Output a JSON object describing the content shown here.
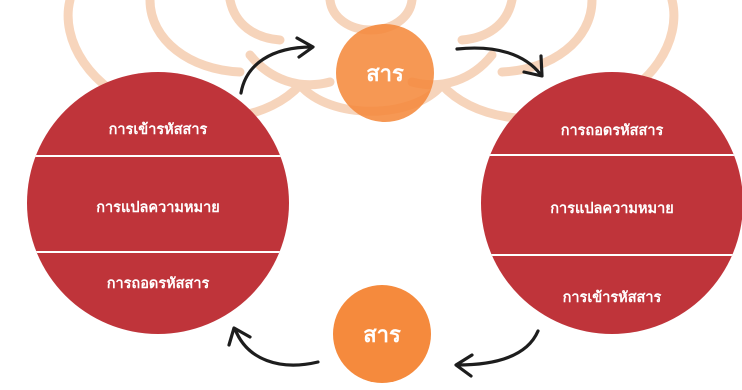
{
  "colors": {
    "circle_red": "#bf343a",
    "bubble_orange": "#f58a3d",
    "watermark_orange": "#f0b285",
    "arrow": "#1d1d1d",
    "text": "#ffffff"
  },
  "watermark_icon": "university-seal-watermark",
  "left_circle": {
    "items": [
      "การเข้ารหัสสาร",
      "การแปลความหมาย",
      "การถอดรหัสสาร"
    ]
  },
  "right_circle": {
    "items": [
      "การถอดรหัสสาร",
      "การแปลความหมาย",
      "การเข้ารหัสสาร"
    ]
  },
  "message_top": {
    "label": "สาร"
  },
  "message_bottom": {
    "label": "สาร"
  }
}
